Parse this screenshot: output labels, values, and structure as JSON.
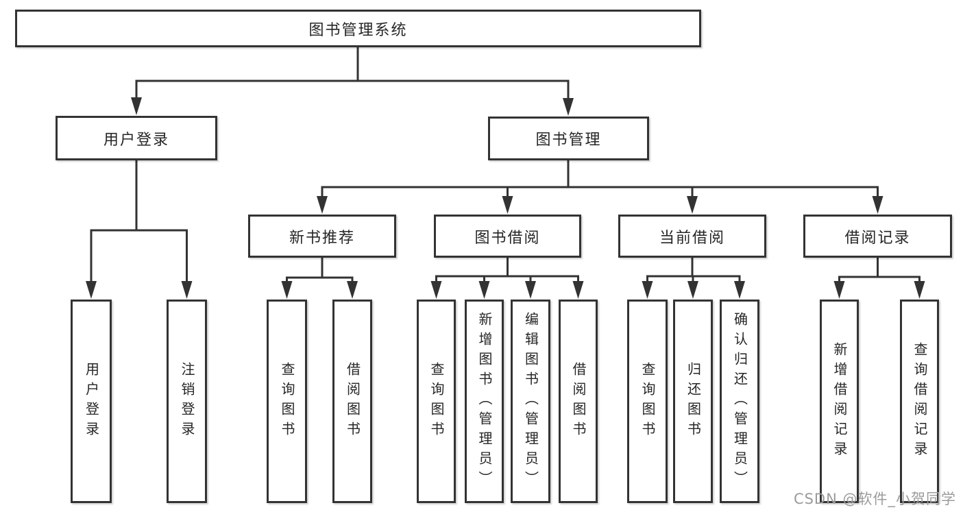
{
  "colors": {
    "line": "#333333",
    "box_border": "#333333",
    "box_background": "#ffffff",
    "text": "#262626",
    "watermark": "#9b9b9b",
    "page_background": "#ffffff"
  },
  "tree": {
    "root": "图书管理系统",
    "branches": [
      {
        "label": "用户登录",
        "children": [
          "用户登录",
          "注销登录"
        ]
      },
      {
        "label": "图书管理",
        "groups": [
          {
            "label": "新书推荐",
            "children": [
              "查询图书",
              "借阅图书"
            ]
          },
          {
            "label": "图书借阅",
            "children": [
              "查询图书",
              "新增图书（管理员）",
              "编辑图书（管理员）",
              "借阅图书"
            ]
          },
          {
            "label": "当前借阅",
            "children": [
              "查询图书",
              "归还图书",
              "确认归还（管理员）"
            ]
          },
          {
            "label": "借阅记录",
            "children": [
              "新增借阅记录",
              "查询借阅记录"
            ]
          }
        ]
      }
    ]
  },
  "watermark": {
    "text": "CSDN @软件_小贺同学"
  }
}
